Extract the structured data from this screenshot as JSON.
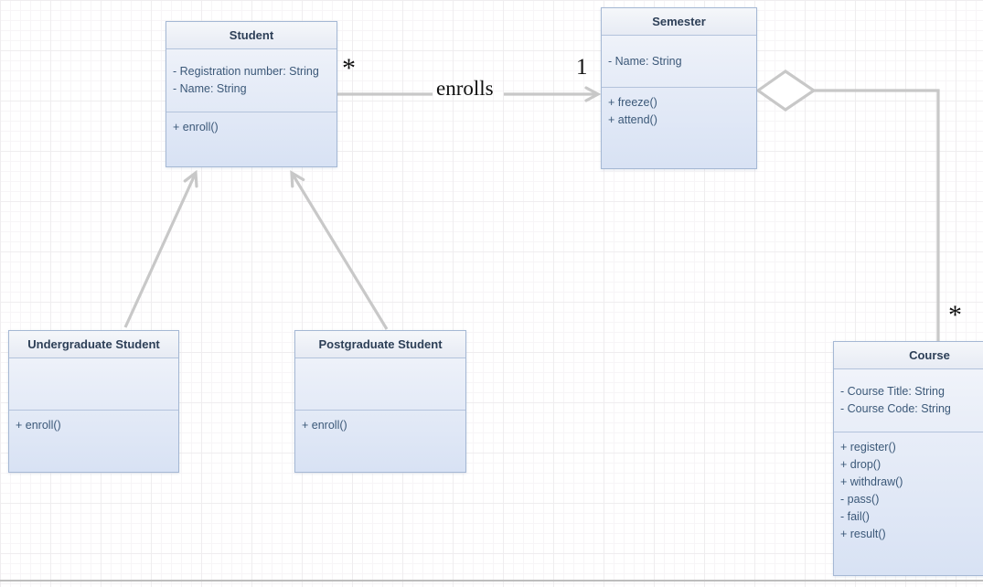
{
  "diagram": {
    "type": "uml-class-diagram",
    "classes": {
      "student": {
        "title": "Student",
        "attributes": [
          "- Registration number: String",
          "- Name: String"
        ],
        "methods": [
          "+ enroll()"
        ]
      },
      "semester": {
        "title": "Semester",
        "attributes": [
          "- Name: String"
        ],
        "methods": [
          "+ freeze()",
          "+ attend()"
        ]
      },
      "undergraduate": {
        "title": "Undergraduate Student",
        "attributes": [],
        "methods": [
          "+ enroll()"
        ]
      },
      "postgraduate": {
        "title": "Postgraduate Student",
        "attributes": [],
        "methods": [
          "+ enroll()"
        ]
      },
      "course": {
        "title": "Course",
        "attributes": [
          "- Course Title: String",
          "- Course Code: String"
        ],
        "methods": [
          "+ register()",
          "+ drop()",
          "+ withdraw()",
          "- pass()",
          "- fail()",
          "+ result()"
        ]
      }
    },
    "relationships": {
      "enrolls": {
        "label": "enrolls",
        "from": "Student",
        "to": "Semester",
        "from_multiplicity": "*",
        "to_multiplicity": "1"
      },
      "undergraduate_generalization": {
        "from": "Undergraduate Student",
        "to": "Student"
      },
      "postgraduate_generalization": {
        "from": "Postgraduate Student",
        "to": "Student"
      },
      "aggregation": {
        "from": "Semester",
        "to": "Course",
        "to_multiplicity": "*"
      }
    },
    "colors": {
      "box_border": "#a5b8d4",
      "box_fill_top": "#f4f6fb",
      "box_fill_bottom": "#d8e2f4",
      "header_fill": "#eef1f8",
      "title_text": "#2d3f57",
      "body_text": "#3b5878",
      "connector": "#c8c8c8",
      "label_text": "#111111"
    }
  }
}
